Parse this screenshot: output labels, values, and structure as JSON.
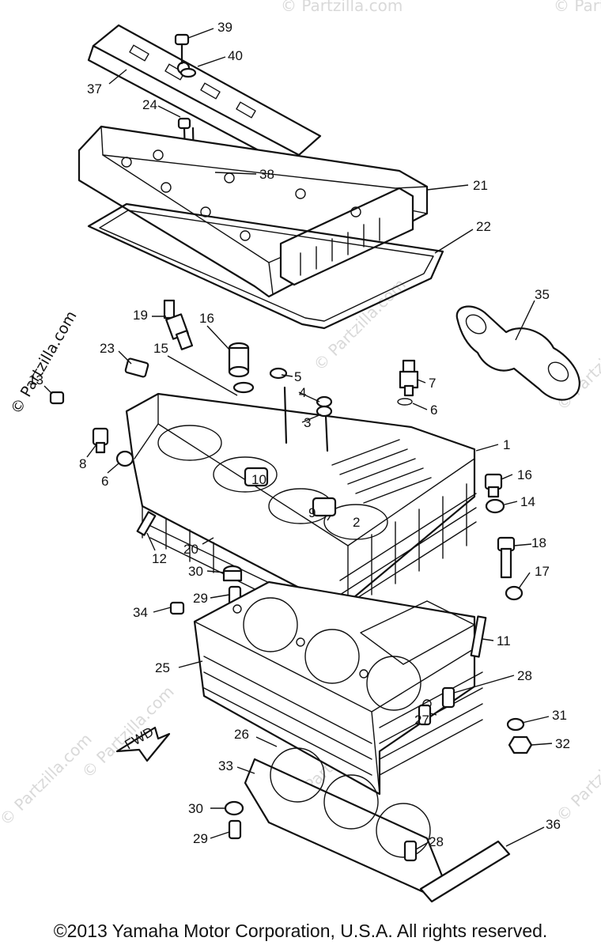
{
  "watermark": "© Partzilla.com",
  "fwd_label": "FWD",
  "copyright": "©2013 Yamaha Motor Corporation, U.S.A. All rights reserved.",
  "callouts": [
    "39",
    "40",
    "37",
    "24",
    "38",
    "21",
    "22",
    "35",
    "19",
    "16",
    "23",
    "15",
    "13",
    "5",
    "4",
    "3",
    "7",
    "6",
    "1",
    "8",
    "6",
    "10",
    "9",
    "2",
    "16",
    "14",
    "12",
    "20",
    "18",
    "30",
    "17",
    "29",
    "34",
    "11",
    "25",
    "28",
    "27",
    "31",
    "32",
    "26",
    "33",
    "30",
    "29",
    "28",
    "36"
  ]
}
